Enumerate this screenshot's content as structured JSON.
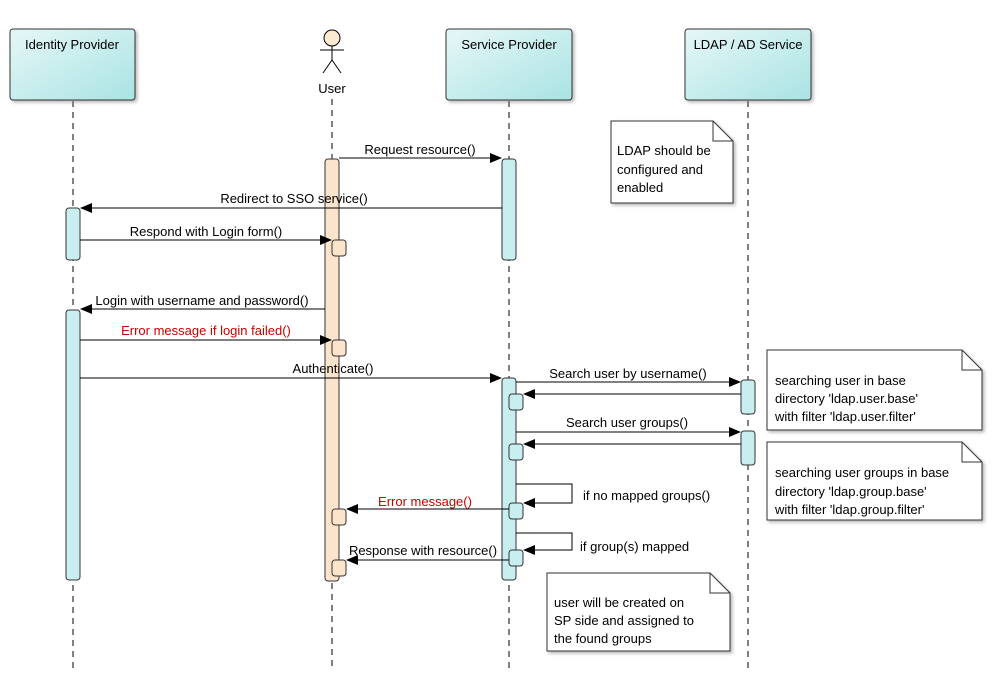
{
  "participants": {
    "idp": "Identity Provider",
    "user": "User",
    "sp": "Service Provider",
    "ldap": "LDAP / AD Service"
  },
  "messages": {
    "m1": "Request resource()",
    "m2": "Redirect to SSO service()",
    "m3": "Respond with Login form()",
    "m4": "Login with username and password()",
    "m5": "Error message if login failed()",
    "m6": "Authenticate()",
    "m7": "Search user by username()",
    "m8": "Search user groups()",
    "m9": "if no mapped groups()",
    "m10": "Error message()",
    "m11": "if group(s) mapped",
    "m12": "Response with resource()"
  },
  "notes": {
    "ldap_config": [
      "LDAP should be",
      "configured and",
      "enabled"
    ],
    "user_search": [
      "searching user in base",
      "directory 'ldap.user.base'",
      "with filter 'ldap.user.filter'"
    ],
    "group_search": [
      "searching user groups in base",
      "directory 'ldap.group.base'",
      "with filter 'ldap.group.filter'"
    ],
    "user_created": [
      "user will be created on",
      "SP side and assigned to",
      "the found groups"
    ]
  },
  "colors": {
    "participant_fill": "#d2f1f1",
    "participant_fill_dark": "#a9e3e3",
    "activation_cyan": "#c8eef0",
    "activation_user": "#fce4cc",
    "error_text": "#cc0000"
  }
}
